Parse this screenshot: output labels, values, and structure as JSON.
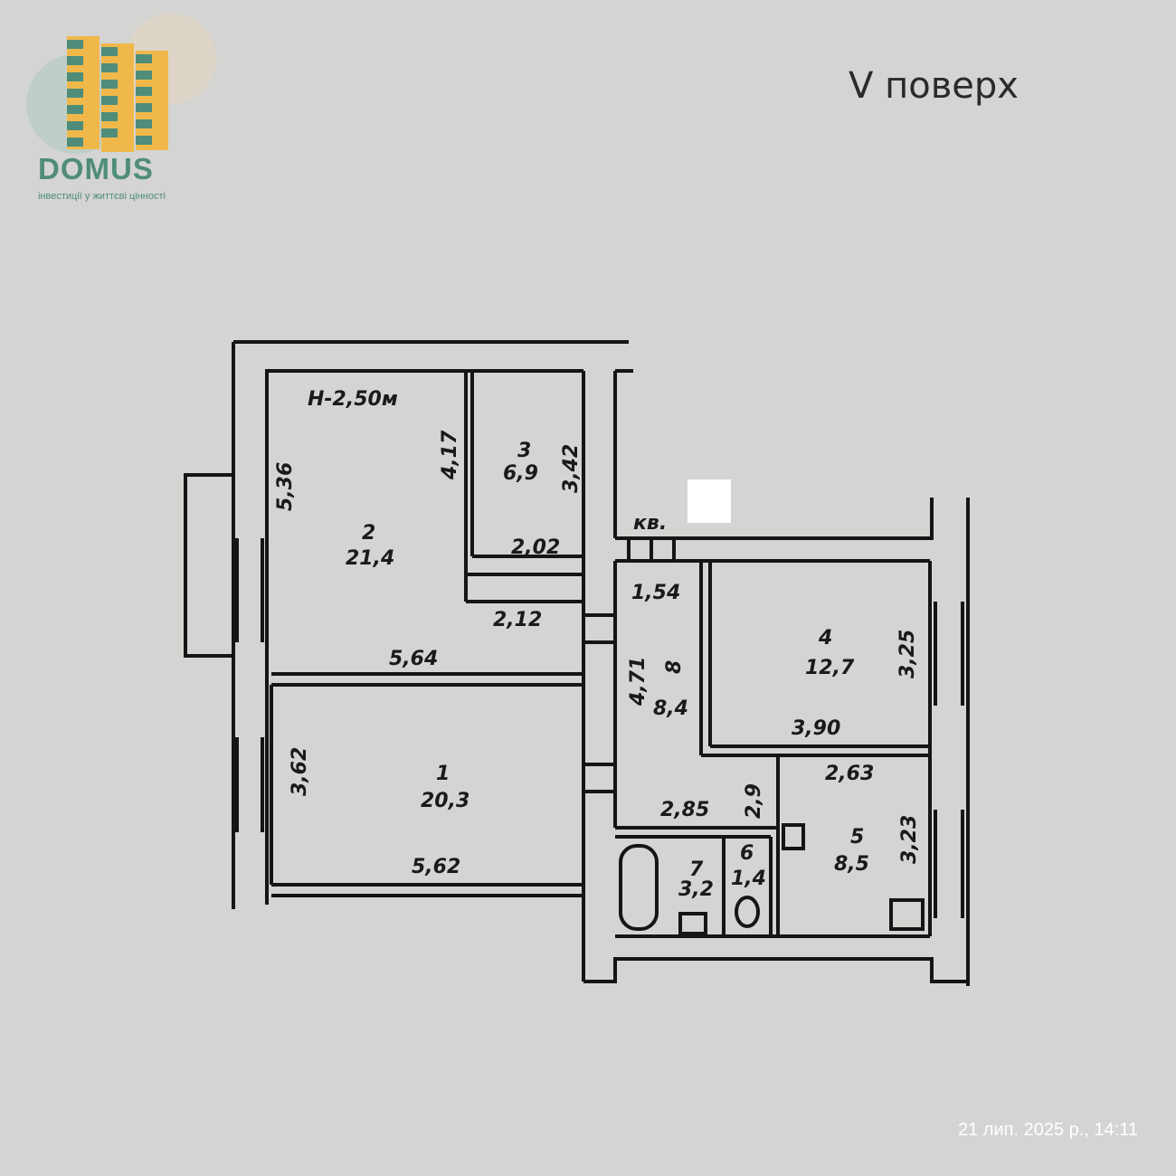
{
  "logo": {
    "name": "DOMUS",
    "tagline": "інвестиції у життєві цінності",
    "colors": {
      "green": "#4f8d7a",
      "yellow": "#f0b84a"
    }
  },
  "floor_label": "V поверх",
  "ceiling_height": "Н-2,50м",
  "apartment_label": "кв.",
  "timestamp": "21 лип. 2025 р., 14:11",
  "rooms": [
    {
      "number": "1",
      "area": "20,3",
      "dims": [
        "3,62",
        "5,62"
      ]
    },
    {
      "number": "2",
      "area": "21,4",
      "dims": [
        "5,36",
        "5,64",
        "4,17",
        "2,12"
      ]
    },
    {
      "number": "3",
      "area": "6,9",
      "dims": [
        "3,42",
        "2,02"
      ]
    },
    {
      "number": "4",
      "area": "12,7",
      "dims": [
        "3,25",
        "3,90"
      ]
    },
    {
      "number": "5",
      "area": "8,5",
      "dims": [
        "2,63",
        "3,23"
      ]
    },
    {
      "number": "6",
      "area": "1,4"
    },
    {
      "number": "7",
      "area": "3,2"
    },
    {
      "number": "8",
      "area": "8,4",
      "dims": [
        "4,71",
        "1,54",
        "2,85",
        "2,9"
      ]
    }
  ]
}
